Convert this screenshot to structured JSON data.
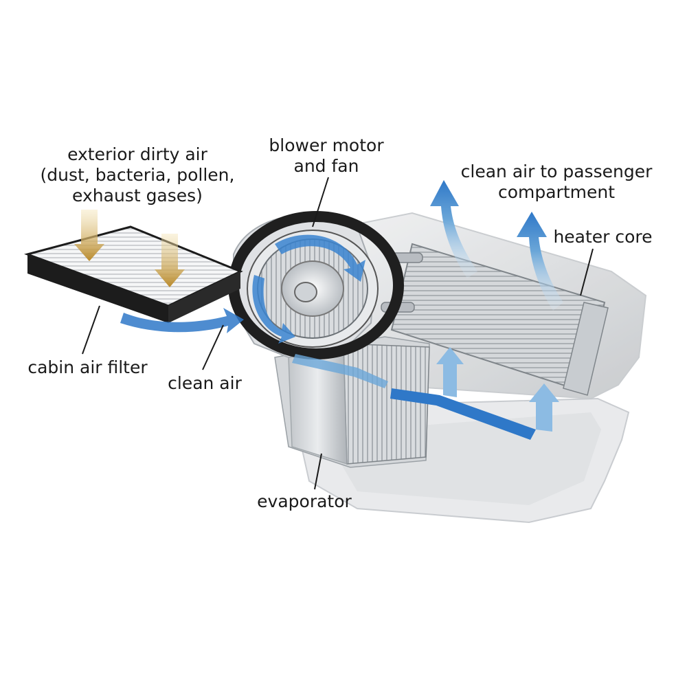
{
  "labels": {
    "dirty_air": [
      "exterior dirty air",
      "(dust, bacteria, pollen,",
      "exhaust gases)"
    ],
    "blower": [
      "blower motor",
      "and fan"
    ],
    "clean_to_cabin": [
      "clean air to passenger",
      "compartment"
    ],
    "heater_core": "heater core",
    "cabin_filter": "cabin air filter",
    "clean_air": "clean air",
    "evaporator": "evaporator"
  },
  "colors": {
    "airflow_blue": "#2f78c8",
    "dirty_air_gold": "#c9a24a",
    "housing_grey": "#d8dadd",
    "filter_black": "#1c1c1c"
  }
}
